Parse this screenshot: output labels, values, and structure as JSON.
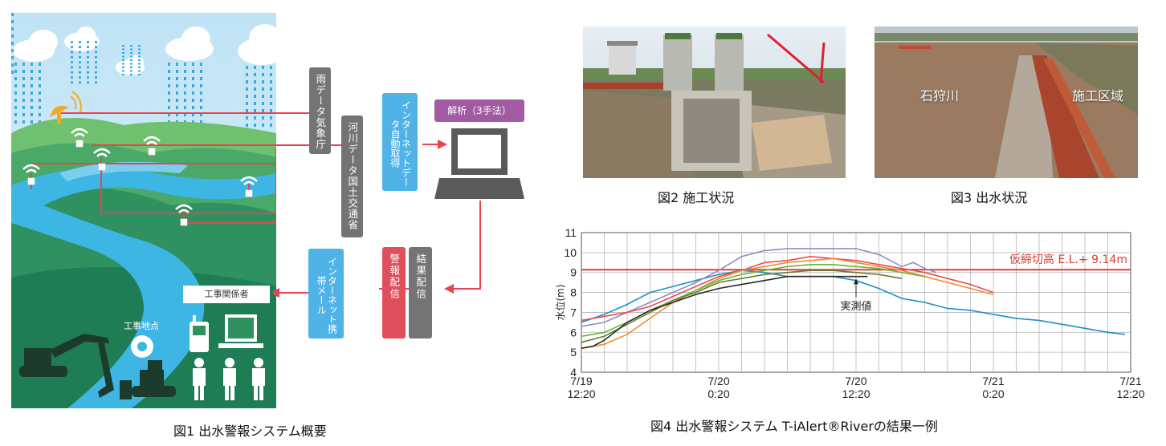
{
  "fig1": {
    "caption": "図1  出水警報システム概要",
    "rain_label": "雨データ気象庁",
    "river_label": "河川データ国土交通省",
    "internet_label": "インターネットデータ自動取得",
    "analysis_label": "解析（3手法）",
    "result_label": "結果配信",
    "alert_label": "警報配信",
    "mobile_label": "インターネット携帯メール",
    "workers_label": "工事関係者",
    "site_label": "工事地点",
    "colors": {
      "red_line": "#e8434f",
      "gray_box": "#747474",
      "blue_box": "#4fb3e8",
      "purple_box": "#a35aa4",
      "red_box": "#e0505c"
    }
  },
  "fig2": {
    "caption": "図2  施工状況"
  },
  "fig3": {
    "caption": "図3  出水状況",
    "label_left": "石狩川",
    "label_right": "施工区域"
  },
  "fig4": {
    "caption": "図4  出水警報システム  T-iAlert®Riverの結果一例"
  },
  "chart_data": {
    "type": "line",
    "ylabel": "水位(m)",
    "ylim": [
      4,
      11
    ],
    "yticks": [
      "4",
      "5",
      "6",
      "7",
      "8",
      "9",
      "10",
      "11"
    ],
    "xticks": [
      {
        "l1": "7/19",
        "l2": "12:20",
        "x": 0
      },
      {
        "l1": "7/20",
        "l2": "0:20",
        "x": 12
      },
      {
        "l1": "7/20",
        "l2": "12:20",
        "x": 24
      },
      {
        "l1": "7/21",
        "l2": "0:20",
        "x": 36
      },
      {
        "l1": "7/21",
        "l2": "12:20",
        "x": 48
      }
    ],
    "xlim": [
      0,
      48
    ],
    "grid": true,
    "threshold": {
      "value": 9.14,
      "label": "仮締切高  E.L.+ 9.14m",
      "color": "#d9403a"
    },
    "annotation": {
      "text": "実測値",
      "x": 24,
      "y": 8.82
    },
    "series": [
      {
        "color": "#1f8fc9",
        "points": [
          [
            0,
            6.5
          ],
          [
            1,
            6.7
          ],
          [
            2,
            6.9
          ],
          [
            4,
            7.4
          ],
          [
            6,
            8.0
          ],
          [
            8,
            8.3
          ],
          [
            10,
            8.6
          ],
          [
            12,
            8.9
          ],
          [
            14,
            9.1
          ],
          [
            16,
            9.0
          ],
          [
            18,
            8.8
          ],
          [
            20,
            8.8
          ],
          [
            22,
            8.8
          ],
          [
            24,
            8.6
          ],
          [
            26,
            8.2
          ],
          [
            28,
            7.7
          ],
          [
            30,
            7.5
          ],
          [
            32,
            7.2
          ],
          [
            34,
            7.1
          ],
          [
            36,
            6.9
          ],
          [
            38,
            6.7
          ],
          [
            40,
            6.6
          ],
          [
            42,
            6.4
          ],
          [
            44,
            6.2
          ],
          [
            46,
            6.0
          ],
          [
            47.5,
            5.9
          ]
        ]
      },
      {
        "color": "#8f8cc6",
        "points": [
          [
            0,
            6.3
          ],
          [
            2,
            6.5
          ],
          [
            4,
            7.0
          ],
          [
            6,
            7.5
          ],
          [
            8,
            8.0
          ],
          [
            10,
            8.5
          ],
          [
            12,
            9.1
          ],
          [
            14,
            9.8
          ],
          [
            16,
            10.1
          ],
          [
            18,
            10.2
          ],
          [
            20,
            10.2
          ],
          [
            22,
            10.2
          ],
          [
            24,
            10.2
          ],
          [
            26,
            9.9
          ],
          [
            27,
            9.6
          ],
          [
            28,
            9.3
          ],
          [
            29,
            9.5
          ],
          [
            30,
            9.2
          ],
          [
            31,
            9.0
          ]
        ]
      },
      {
        "color": "#e94b50",
        "points": [
          [
            0,
            6.6
          ],
          [
            2,
            6.8
          ],
          [
            4,
            7.0
          ],
          [
            6,
            7.3
          ],
          [
            8,
            7.8
          ],
          [
            10,
            8.3
          ],
          [
            12,
            8.8
          ],
          [
            14,
            9.1
          ],
          [
            16,
            9.5
          ],
          [
            18,
            9.6
          ],
          [
            20,
            9.8
          ],
          [
            22,
            9.7
          ],
          [
            24,
            9.6
          ],
          [
            26,
            9.4
          ],
          [
            28,
            9.2
          ],
          [
            30,
            9.0
          ],
          [
            32,
            8.7
          ],
          [
            34,
            8.4
          ],
          [
            36,
            8.0
          ]
        ]
      },
      {
        "color": "#f28b2e",
        "points": [
          [
            0,
            5.2
          ],
          [
            2,
            5.4
          ],
          [
            4,
            5.9
          ],
          [
            6,
            6.7
          ],
          [
            8,
            7.5
          ],
          [
            10,
            8.1
          ],
          [
            12,
            8.7
          ],
          [
            14,
            9.1
          ],
          [
            16,
            9.3
          ],
          [
            18,
            9.5
          ],
          [
            20,
            9.6
          ],
          [
            22,
            9.7
          ],
          [
            24,
            9.5
          ],
          [
            26,
            9.3
          ],
          [
            28,
            9.1
          ],
          [
            30,
            8.8
          ],
          [
            32,
            8.5
          ],
          [
            34,
            8.2
          ],
          [
            36,
            7.9
          ]
        ]
      },
      {
        "color": "#63b83c",
        "points": [
          [
            0,
            5.8
          ],
          [
            2,
            6.0
          ],
          [
            4,
            6.5
          ],
          [
            6,
            7.1
          ],
          [
            8,
            7.6
          ],
          [
            10,
            8.1
          ],
          [
            12,
            8.6
          ],
          [
            14,
            8.9
          ],
          [
            16,
            9.1
          ],
          [
            18,
            9.3
          ],
          [
            20,
            9.4
          ],
          [
            22,
            9.4
          ],
          [
            24,
            9.3
          ],
          [
            26,
            9.2
          ],
          [
            28,
            9.0
          ],
          [
            30,
            8.8
          ]
        ]
      },
      {
        "color": "#6c7c2f",
        "points": [
          [
            0,
            5.5
          ],
          [
            2,
            5.8
          ],
          [
            4,
            6.4
          ],
          [
            6,
            7.0
          ],
          [
            8,
            7.6
          ],
          [
            10,
            8.0
          ],
          [
            12,
            8.5
          ],
          [
            14,
            8.7
          ],
          [
            16,
            8.9
          ],
          [
            18,
            9.0
          ],
          [
            20,
            9.1
          ],
          [
            22,
            9.1
          ],
          [
            24,
            9.0
          ],
          [
            26,
            8.9
          ],
          [
            28,
            8.7
          ]
        ]
      },
      {
        "color": "#2a2a2a",
        "points": [
          [
            0,
            5.2
          ],
          [
            1,
            5.3
          ],
          [
            2,
            5.6
          ],
          [
            4,
            6.5
          ],
          [
            6,
            7.1
          ],
          [
            8,
            7.5
          ],
          [
            10,
            7.9
          ],
          [
            12,
            8.2
          ],
          [
            14,
            8.4
          ],
          [
            16,
            8.6
          ],
          [
            18,
            8.8
          ],
          [
            20,
            8.8
          ],
          [
            22,
            8.8
          ],
          [
            24,
            8.8
          ],
          [
            25,
            8.8
          ]
        ]
      }
    ]
  }
}
